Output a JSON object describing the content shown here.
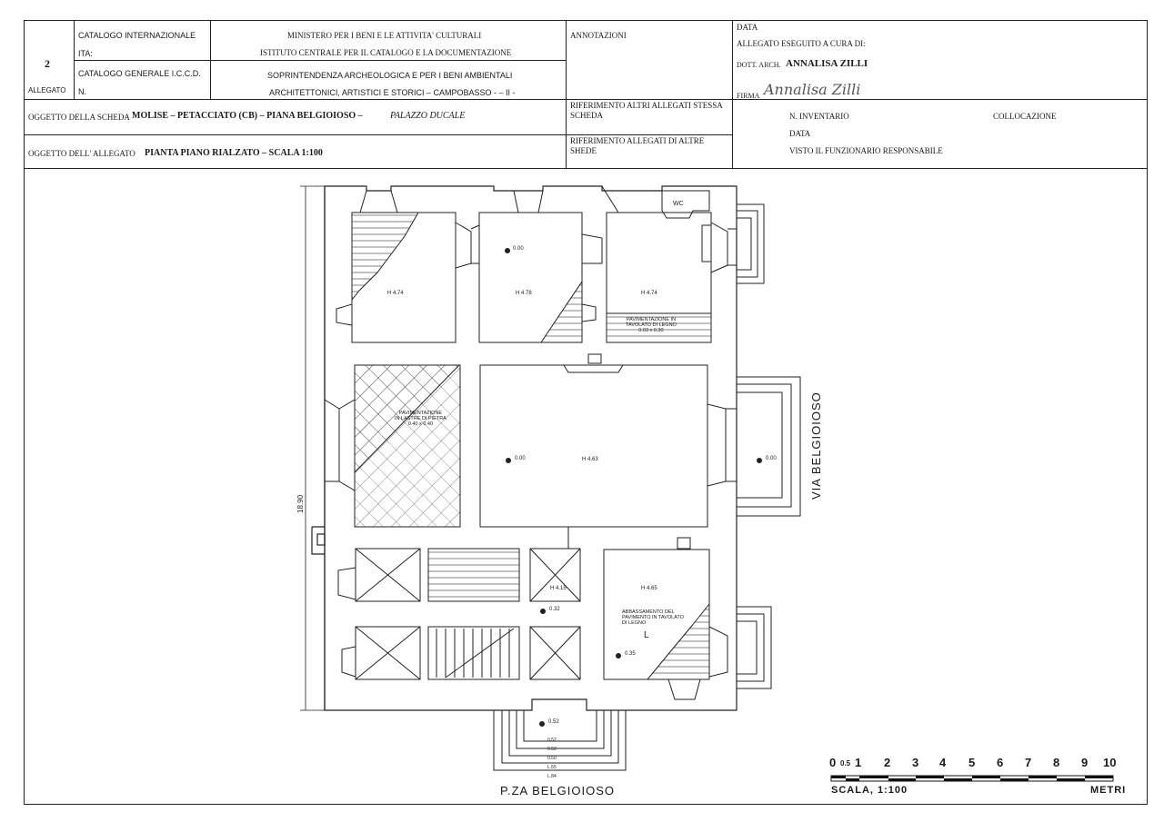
{
  "header": {
    "allegato_number": "2",
    "allegato_label": "ALLEGATO",
    "cat_int_label": "CATALOGO INTERNAZIONALE",
    "ita_label": "ITA:",
    "cat_gen_label": "CATALOGO GENERALE  I.C.C.D.",
    "n_label": "N.",
    "ministero": "MINISTERO PER I BENI E LE ATTIVITA' CULTURALI",
    "istituto": "ISTITUTO CENTRALE PER IL CATALOGO E LA DOCUMENTAZIONE",
    "soprintendenza_1": "SOPRINTENDENZA ARCHEOLOGICA E PER I BENI AMBIENTALI",
    "soprintendenza_2": "ARCHITETTONICI, ARTISTICI E STORICI – CAMPOBASSO - – II -",
    "annotazioni": "ANNOTAZIONI",
    "data_label": "DATA",
    "allegato_eseguito": "ALLEGATO ESEGUITO A CURA DI:",
    "dott_arch": "DOTT. ARCH.",
    "author": "ANNALISA ZILLI",
    "firma": "FIRMA",
    "signature": "Annalisa Zilli",
    "oggetto_scheda_label": "OGGETTO DELLA SCHEDA",
    "oggetto_scheda_value": "MOLISE – PETACCIATO (CB) – PIANA BELGIOIOSO –",
    "oggetto_scheda_italic": "PALAZZO DUCALE",
    "rif_altri_1": "RIFERIMENTO ALTRI ALLEGATI STESSA",
    "rif_altri_2": "SCHEDA",
    "n_inventario": "N. INVENTARIO",
    "collocazione": "COLLOCAZIONE",
    "data_label_2": "DATA",
    "oggetto_allegato_label": "OGGETTO DELL' ALLEGATO",
    "oggetto_allegato_value": "PIANTA PIANO RIALZATO – SCALA 1:100",
    "rif_allegati_1": "RIFERIMENTO ALLEGATI DI ALTRE",
    "rif_allegati_2": "SHEDE",
    "visto": "VISTO IL FUNZIONARIO RESPONSABILE"
  },
  "plan": {
    "street_right": "VIA BELGIOIOSO",
    "square_bottom": "P.ZA BELGIOIOSO",
    "overall_dim": "18.90",
    "wc": "WC",
    "room_heights": [
      "H 4.74",
      "H 4.78",
      "H 4.74",
      "H 4.63",
      "H 4.15",
      "H 4.65"
    ],
    "note_legno_1": "PAVIMENTAZIONE IN",
    "note_legno_2": "TAVOLATO DI LEGNO",
    "note_legno_3": "0.03 x 0.30",
    "note_pietra_1": "PAVIMENTAZIONE",
    "note_pietra_2": "IN LASTRE DI PIETRA",
    "note_pietra_3": "0.40 x 0.40",
    "note_abb_1": "ABBASSAMENTO DEL",
    "note_abb_2": "PAVIMENTO IN TAVOLATO",
    "note_abb_3": "DI LEGNO",
    "level_000": "0.00",
    "level_032": "0.32",
    "level_035": "0.35",
    "level_052": "0.52",
    "letter_L": "L",
    "steps_bottom": [
      "0.52",
      "0.52",
      "0.50",
      "L.55",
      "L.84"
    ]
  },
  "scale": {
    "ticks": [
      "0",
      "0.5",
      "1",
      "2",
      "3",
      "4",
      "5",
      "6",
      "7",
      "8",
      "9",
      "10"
    ],
    "label": "SCALA,  1:100",
    "unit": "METRI"
  }
}
